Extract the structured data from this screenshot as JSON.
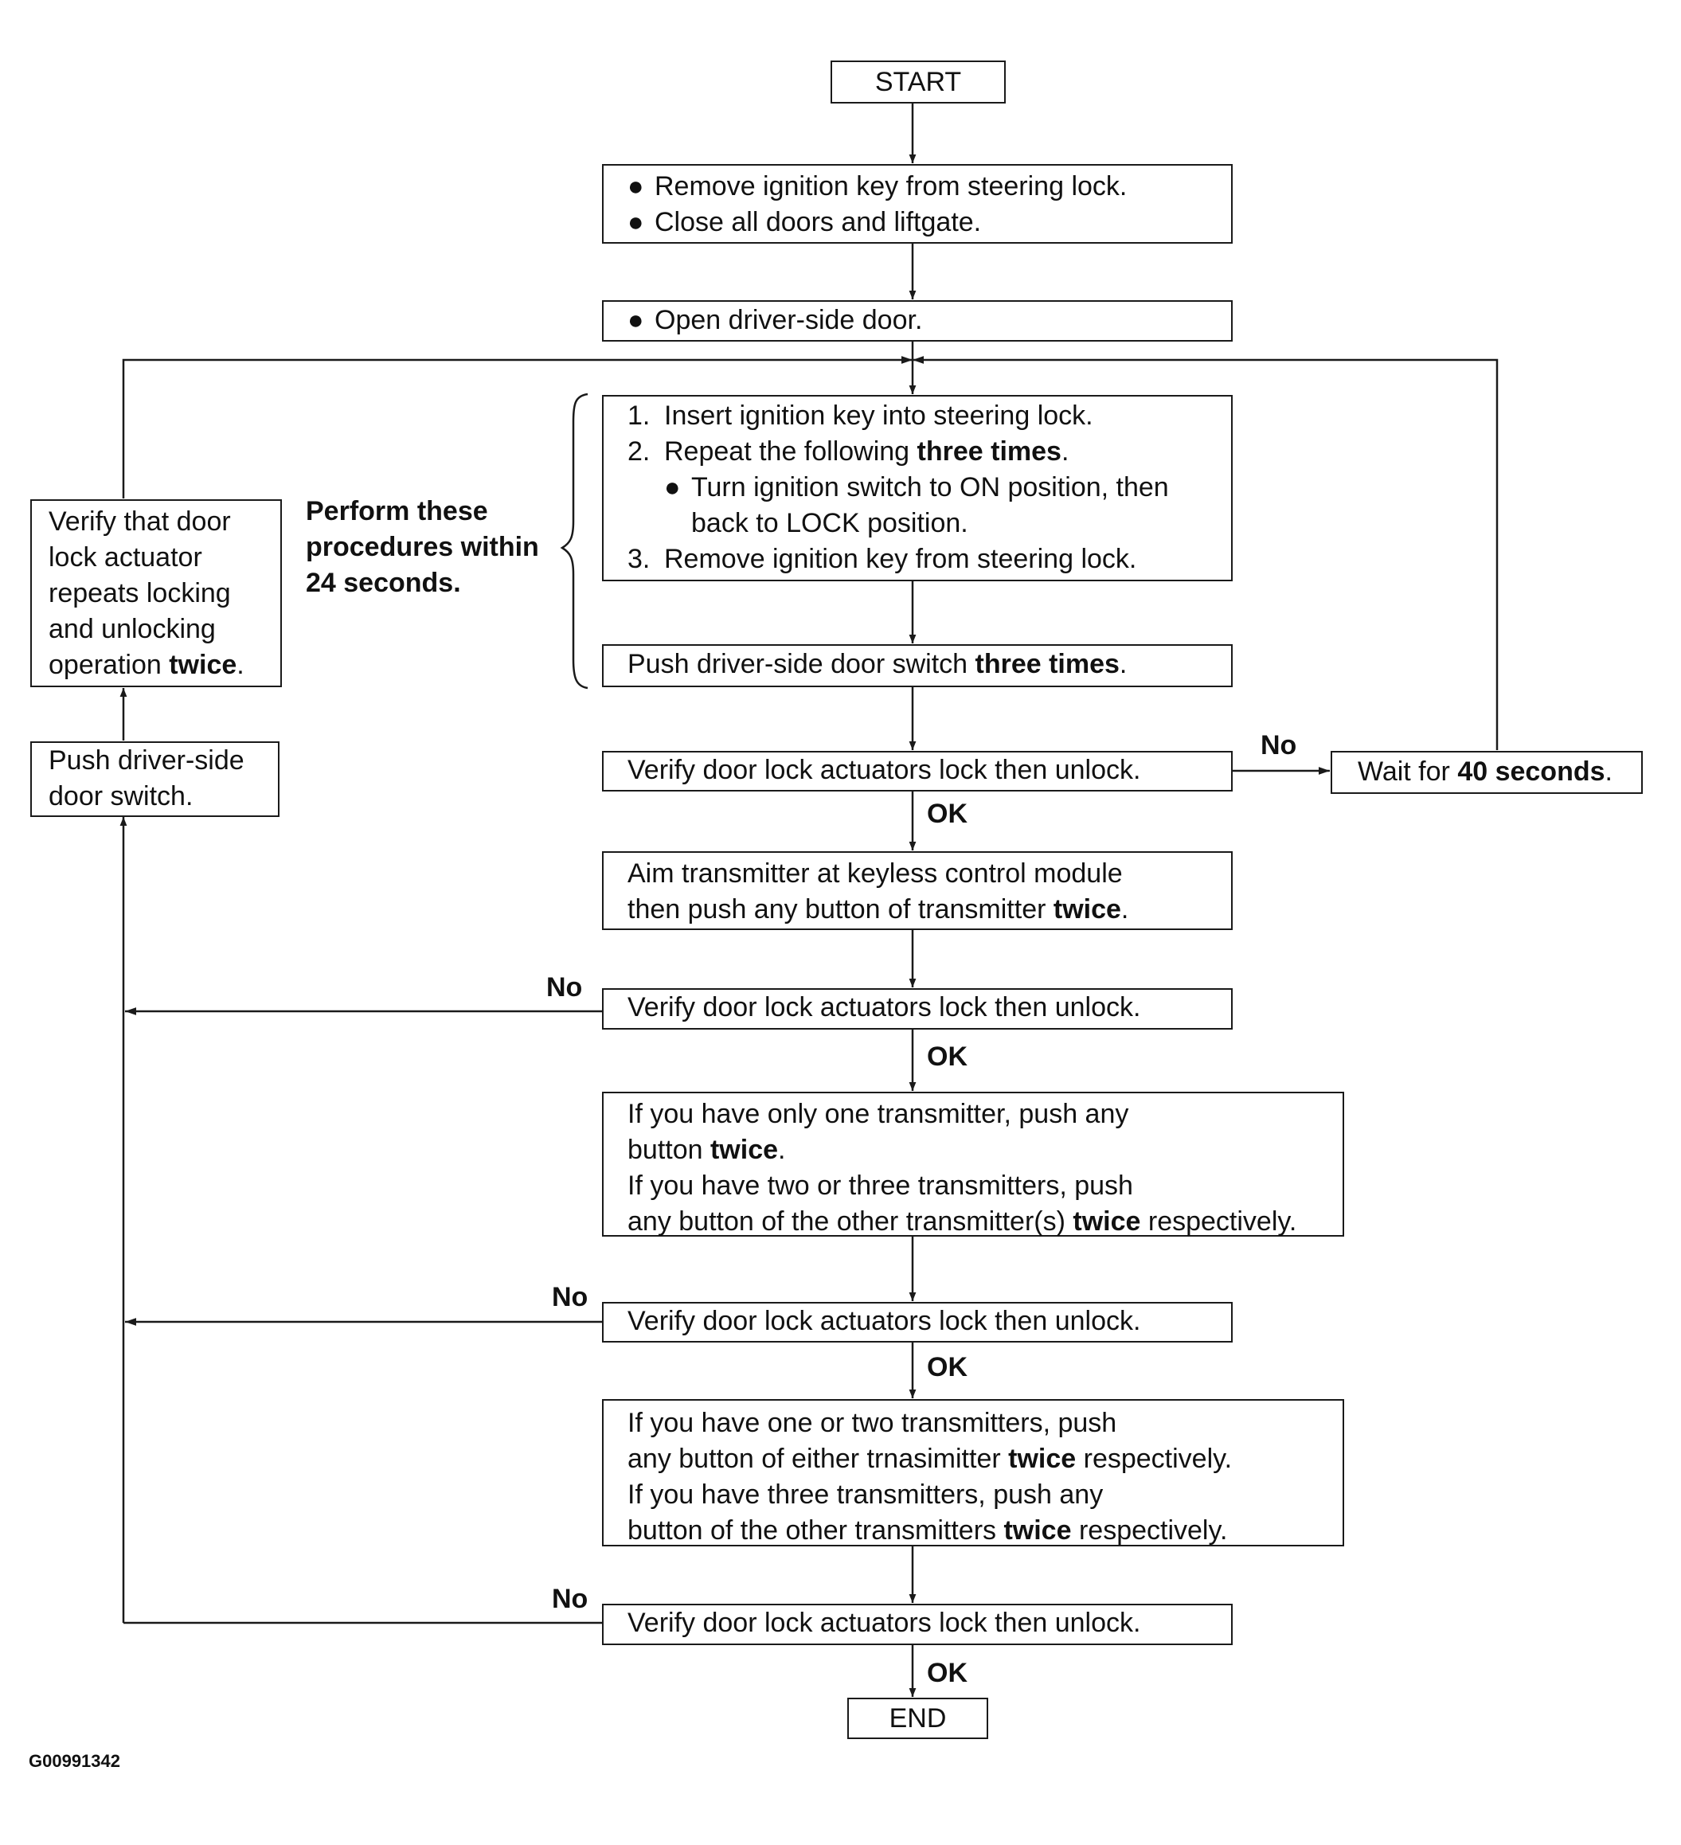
{
  "start": "START",
  "end": "END",
  "step1": {
    "bullets": [
      "Remove ignition key from steering lock.",
      "Close all doors and liftgate."
    ]
  },
  "step2": {
    "bullet": "Open driver-side door."
  },
  "step3": {
    "item1": "Insert ignition key into steering lock.",
    "item2_text": "Repeat the following ",
    "item2_bold": "three times",
    "item2_end": ".",
    "sub_line1": "Turn ignition switch to ON position, then",
    "sub_line2": "back to LOCK position.",
    "item3": "Remove ignition key from steering lock.",
    "n1": "1.",
    "n2": "2.",
    "n3": "3."
  },
  "step4": {
    "text": "Push driver-side door switch ",
    "bold": "three times",
    "end": "."
  },
  "verify_text": "Verify door lock actuators lock then unlock.",
  "wait": {
    "text": "Wait for ",
    "bold": "40 seconds",
    "end": "."
  },
  "aim": {
    "line1": "Aim transmitter at keyless control module",
    "line2_text": "then push any button of transmitter ",
    "line2_bold": "twice",
    "line2_end": "."
  },
  "step_one_tx": {
    "l1": "If you have only one transmitter, push any",
    "l2_text": "button ",
    "l2_bold": "twice",
    "l2_end": ".",
    "l3": "If you have two or three transmitters, push",
    "l4_text": "any button of the other transmitter(s) ",
    "l4_bold": "twice",
    "l4_end": " respectively."
  },
  "step_two_tx": {
    "l1": "If you have one or two transmitters, push",
    "l2_text": "any button of either trnasimitter ",
    "l2_bold": "twice",
    "l2_end": " respectively.",
    "l3": "If you have three transmitters, push any",
    "l4_text": "button of the other transmitters ",
    "l4_bold": "twice",
    "l4_end": " respectively."
  },
  "left_verify": {
    "l1": "Verify that door",
    "l2": "lock actuator",
    "l3": "repeats locking",
    "l4": "and unlocking",
    "l5_text": "operation ",
    "l5_bold": "twice",
    "l5_end": "."
  },
  "left_push": {
    "l1": "Push driver-side",
    "l2": "door switch."
  },
  "note": {
    "l1": "Perform these",
    "l2": "procedures within",
    "l3": "24 seconds."
  },
  "labels": {
    "ok": "OK",
    "no": "No"
  },
  "bullet_char": "●",
  "figure_code": "G00991342"
}
